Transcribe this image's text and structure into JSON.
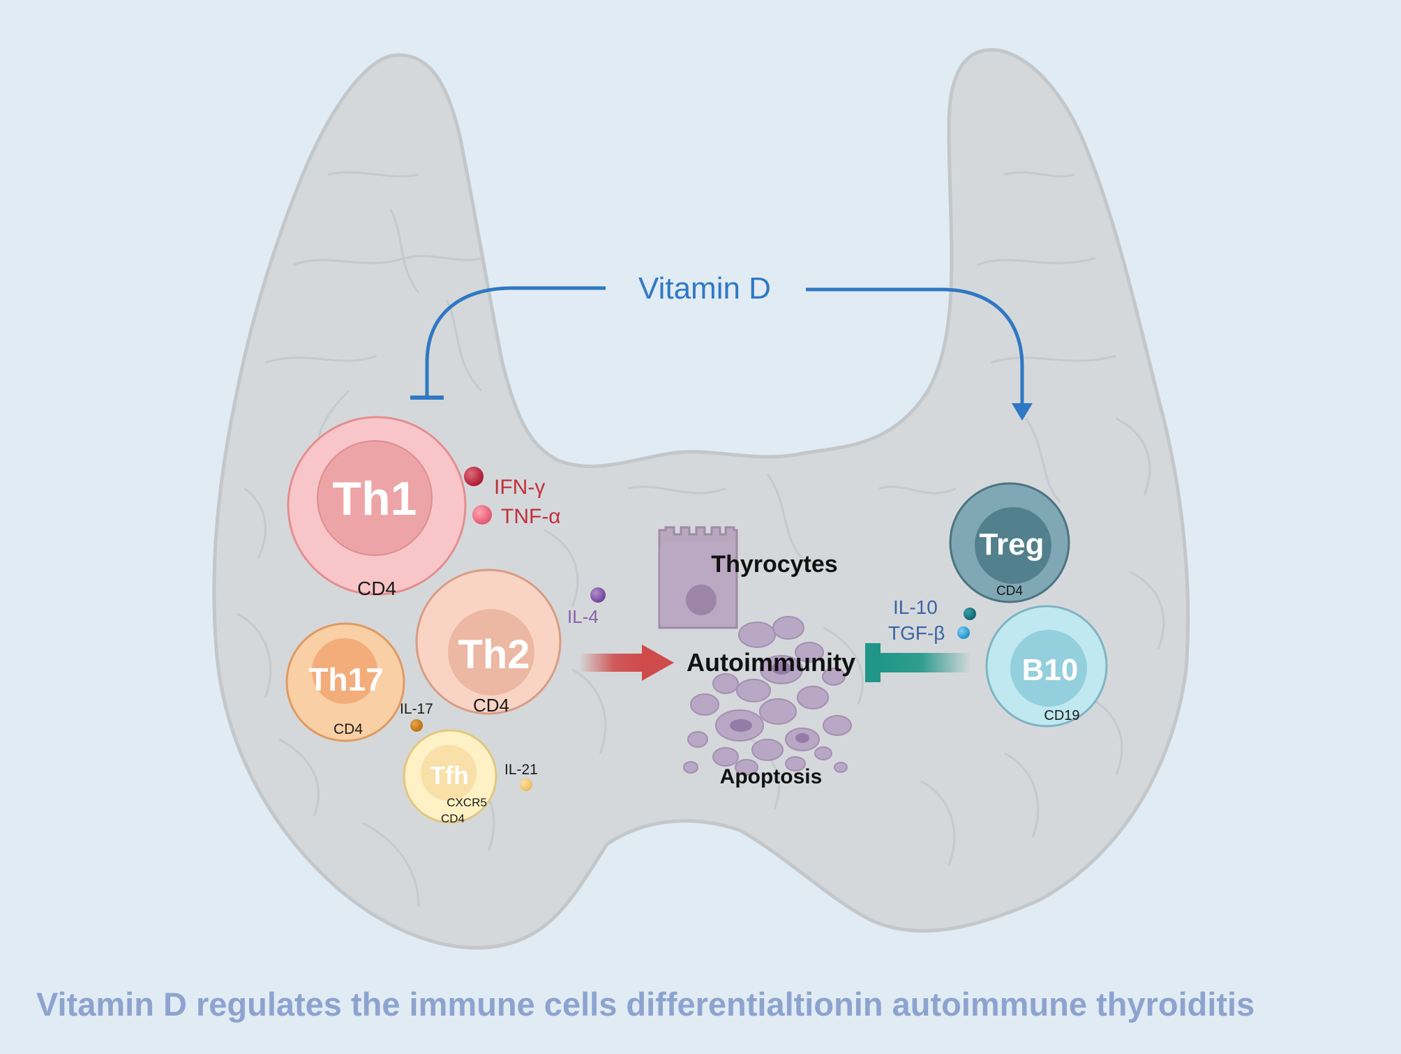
{
  "title": "Vitamin D",
  "caption": "Vitamin D regulates the immune cells differentialtionin autoimmune thyroiditis",
  "cells": {
    "th1": {
      "name": "Th1",
      "marker": "CD4"
    },
    "th2": {
      "name": "Th2",
      "marker": "CD4"
    },
    "th17": {
      "name": "Th17",
      "marker": "CD4"
    },
    "tfh": {
      "name": "Tfh",
      "marker1": "CXCR5",
      "marker2": "CD4"
    },
    "treg": {
      "name": "Treg",
      "marker": "CD4"
    },
    "b10": {
      "name": "B10",
      "marker": "CD19"
    }
  },
  "cytokines": {
    "ifn": "IFN-γ",
    "tnf": "TNF-α",
    "il4": "IL-4",
    "il17": "IL-17",
    "il21": "IL-21",
    "il10": "IL-10",
    "tgf": "TGF-β"
  },
  "labels": {
    "thyrocytes": "Thyrocytes",
    "autoimmunity": "Autoimmunity",
    "apoptosis": "Apoptosis"
  },
  "colors": {
    "vitamin_d_arrow": "#2f78c4",
    "promote_arrow": "#cf4a4a",
    "inhibit_arrow": "#1f9688",
    "caption": "#8da3cf"
  }
}
